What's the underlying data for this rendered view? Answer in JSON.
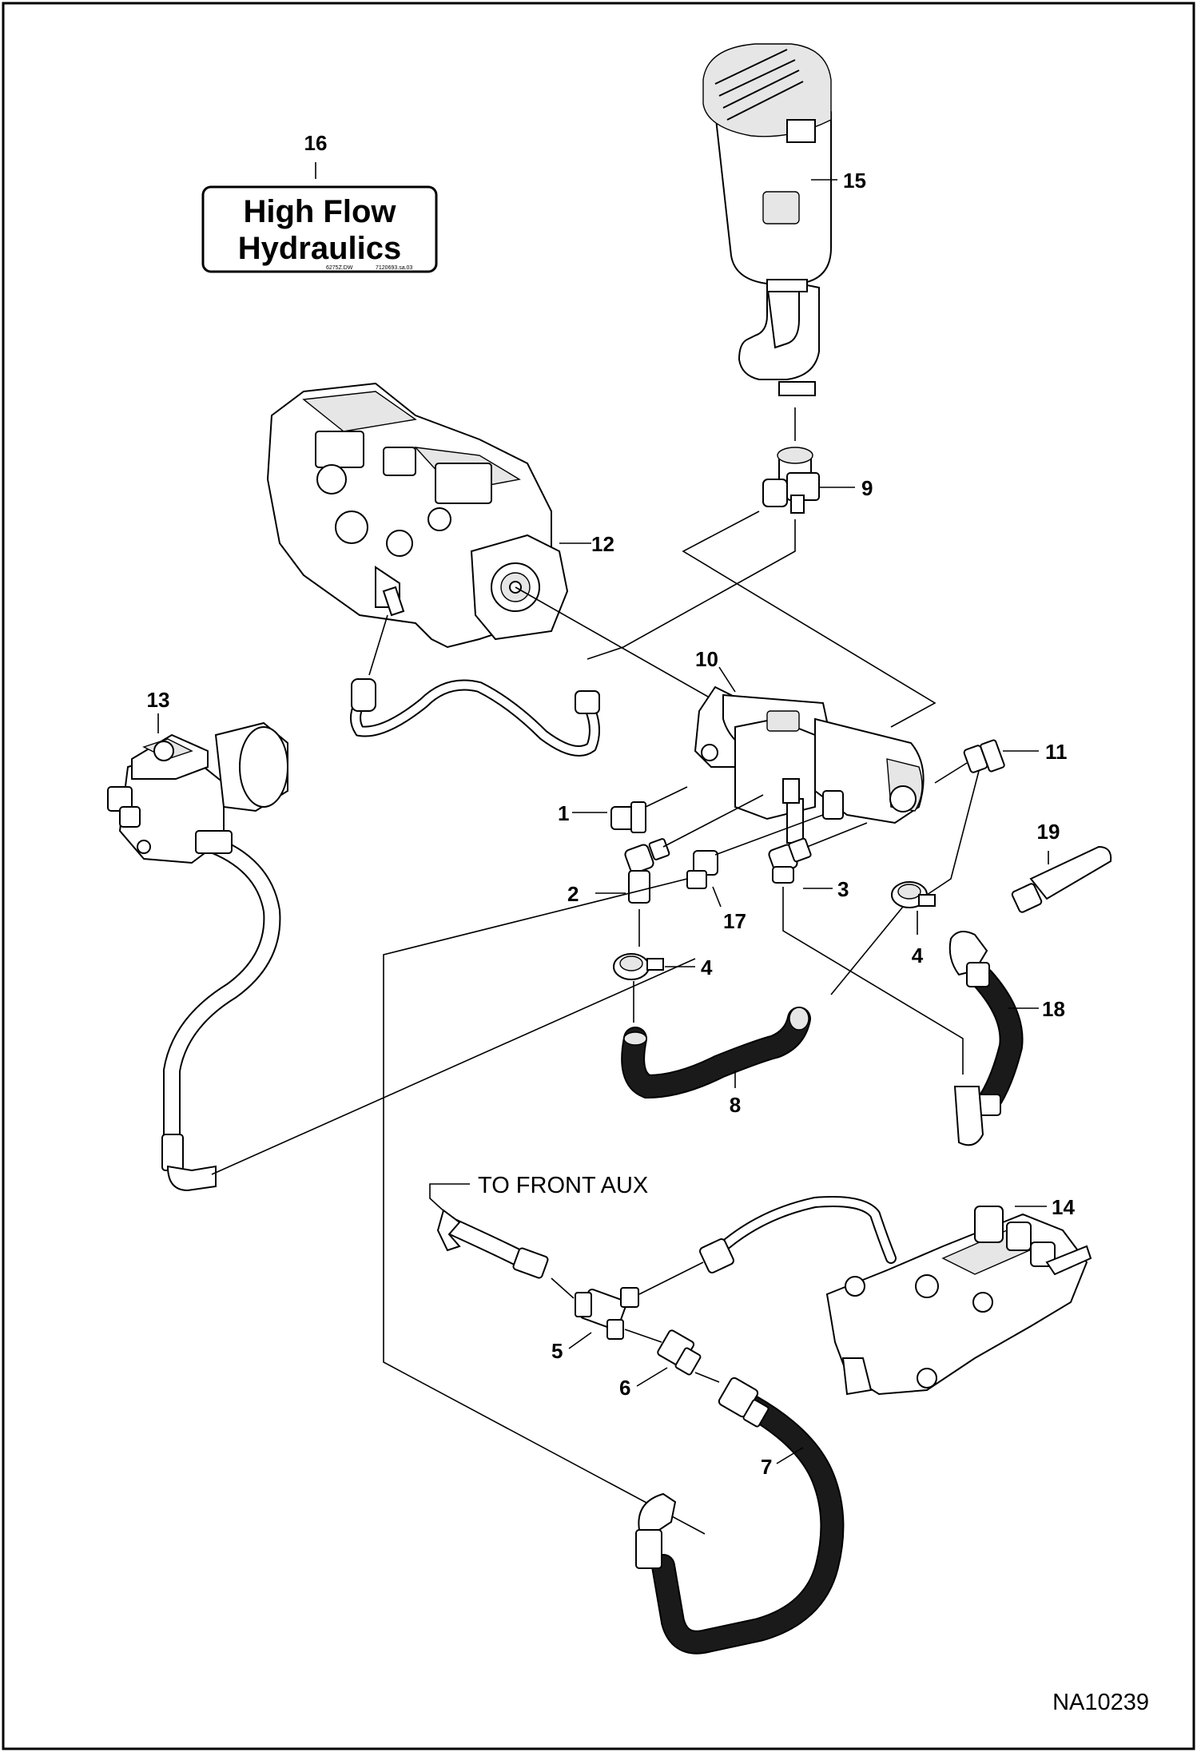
{
  "decal": {
    "line1": "High Flow",
    "line2": "Hydraulics",
    "code_left": "6275Z.DW",
    "code_right": "7120693.sa.03"
  },
  "callouts": {
    "c1": "1",
    "c2": "2",
    "c3": "3",
    "c4a": "4",
    "c4b": "4",
    "c5": "5",
    "c6": "6",
    "c7": "7",
    "c8": "8",
    "c9": "9",
    "c10": "10",
    "c11": "11",
    "c12": "12",
    "c13": "13",
    "c14": "14",
    "c15": "15",
    "c16": "16",
    "c17": "17",
    "c18": "18",
    "c19": "19"
  },
  "labels": {
    "to_front_aux": "TO FRONT AUX",
    "drawing_id": "NA10239"
  }
}
